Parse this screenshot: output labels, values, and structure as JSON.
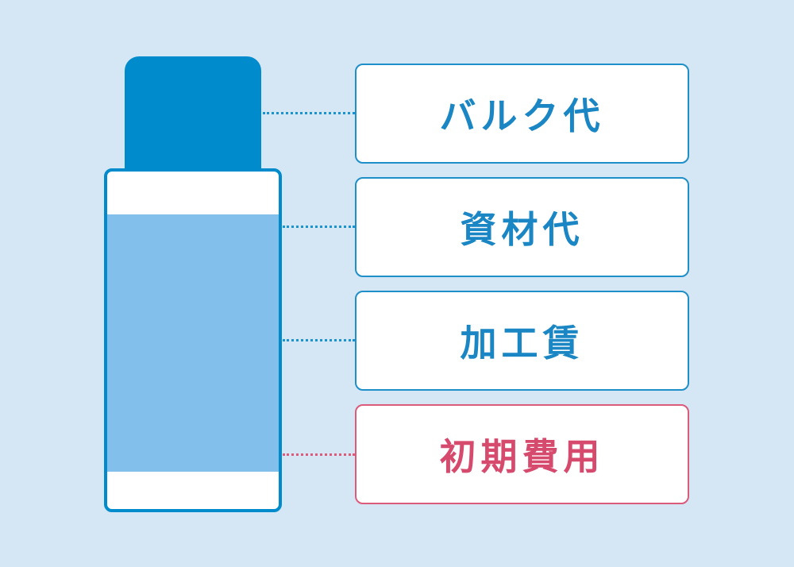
{
  "colors": {
    "background": "#d5e7f5",
    "cap": "#008bcc",
    "body_outline": "#008bcc",
    "label_band": "#82bfea",
    "box_border_blue": "#1f8fc9",
    "text_blue": "#1a86c4",
    "accent_pink": "#d64a6e"
  },
  "items": [
    {
      "label": "バルク代",
      "bottle_part": "cap"
    },
    {
      "label": "資材代",
      "bottle_part": "container"
    },
    {
      "label": "加工賃",
      "bottle_part": "contents"
    },
    {
      "label": "初期費用",
      "bottle_part": "overall",
      "highlight": "pink"
    }
  ]
}
